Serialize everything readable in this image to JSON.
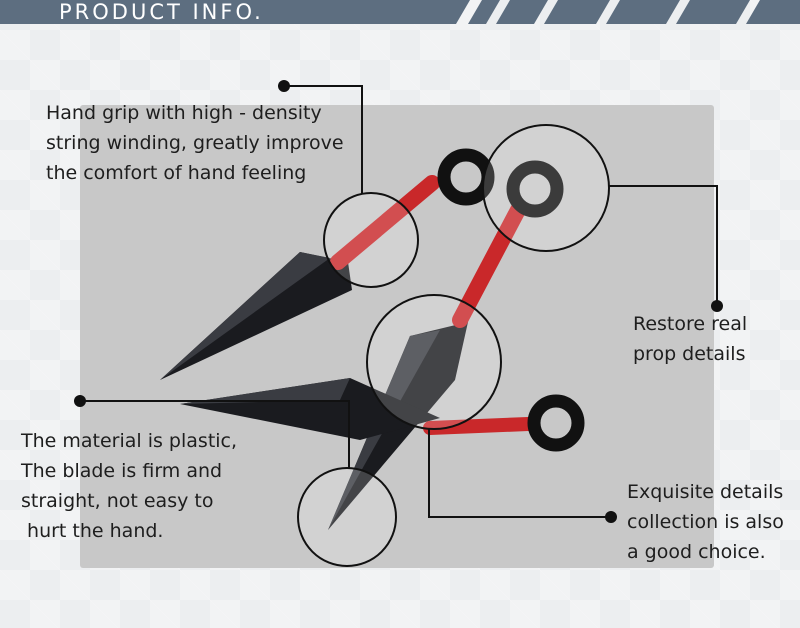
{
  "header": {
    "title": "PRODUCT  INFO.",
    "bar_color": "#5d6e80"
  },
  "colors": {
    "photo_bg": "#c8c8c8",
    "blade": "#1a1b1f",
    "grip": "#c9282a",
    "ring": "#111111",
    "callout_line": "#111111"
  },
  "callouts": {
    "grip": "Hand grip with high - density\nstring winding, greatly improve\nthe comfort of hand feeling",
    "restore": "Restore real\nprop details",
    "material": "The material is plastic,\nThe blade is firm and\nstraight, not easy to\n hurt the hand.",
    "exquisite": "Exquisite details\ncollection is also\na good choice."
  }
}
